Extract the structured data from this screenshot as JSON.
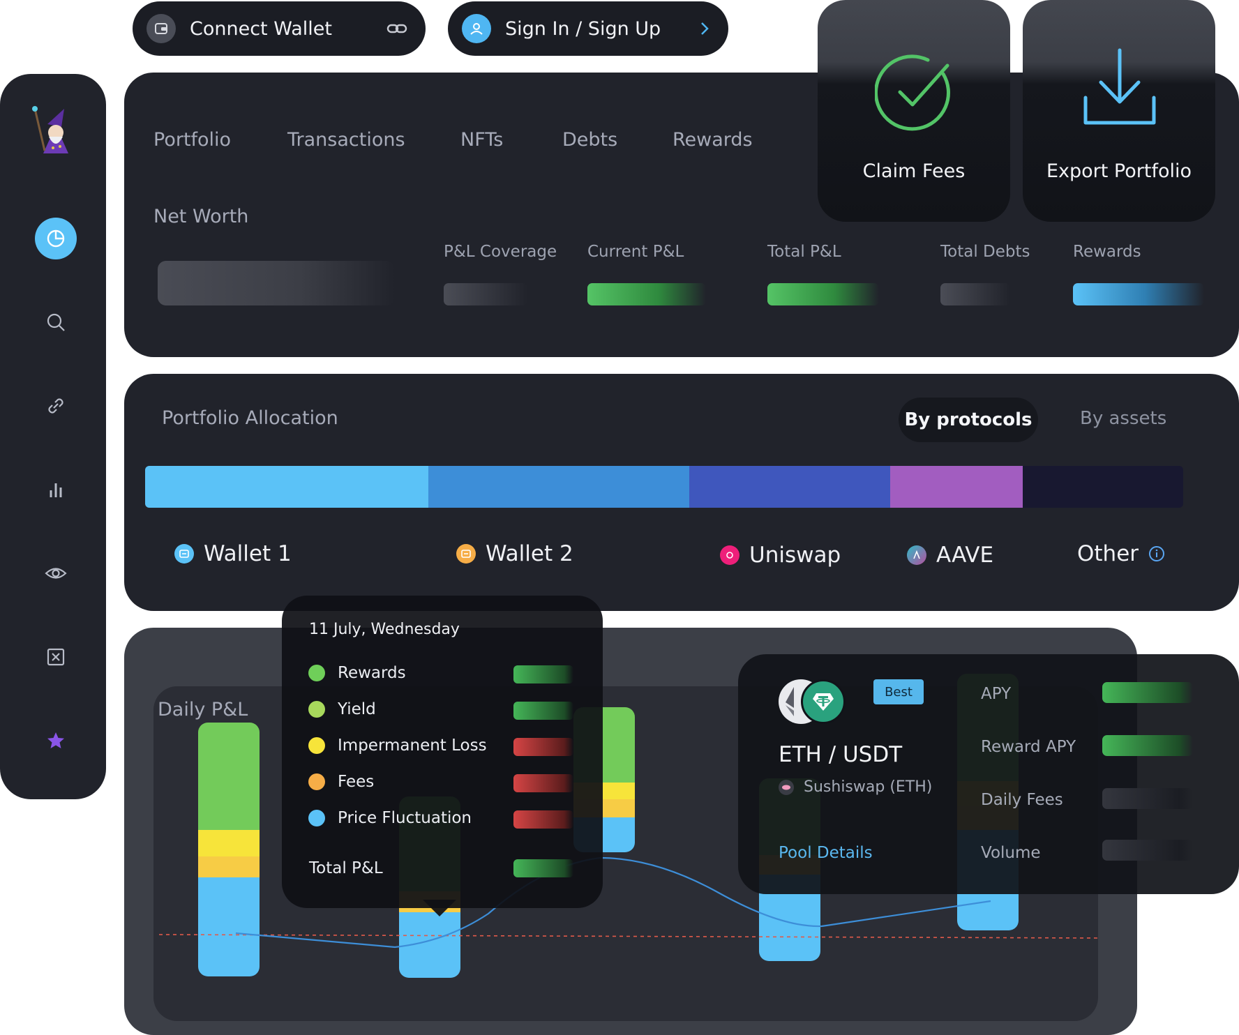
{
  "header": {
    "connect_wallet": "Connect Wallet",
    "sign_in": "Sign In / Sign Up"
  },
  "sidebar": {
    "items": [
      {
        "icon": "wizard-logo"
      },
      {
        "icon": "pie-chart-icon",
        "active": true
      },
      {
        "icon": "search-icon"
      },
      {
        "icon": "link-icon"
      },
      {
        "icon": "bar-chart-icon"
      },
      {
        "icon": "eye-icon"
      },
      {
        "icon": "close-box-icon"
      },
      {
        "icon": "star-icon"
      }
    ]
  },
  "portfolio": {
    "tabs": [
      "Portfolio",
      "Transactions",
      "NFTs",
      "Debts",
      "Rewards"
    ],
    "net_worth_label": "Net Worth",
    "metrics": [
      "P&L Coverage",
      "Current P&L",
      "Total P&L",
      "Total Debts",
      "Rewards"
    ]
  },
  "actions": {
    "claim_fees": "Claim Fees",
    "export_portfolio": "Export Portfolio"
  },
  "allocation": {
    "title": "Portfolio Allocation",
    "toggle_active": "By protocols",
    "toggle_inactive": "By assets",
    "segments": [
      {
        "name": "Wallet 1",
        "color": "#5bc2f7"
      },
      {
        "name": "Wallet 2",
        "color": "#3d8ed8"
      },
      {
        "name": "Uniswap",
        "color": "#3f57bd"
      },
      {
        "name": "AAVE",
        "color": "#a25dc0"
      },
      {
        "name": "Other",
        "color": "#181830"
      }
    ],
    "legend": [
      "Wallet 1",
      "Wallet 2",
      "Uniswap",
      "AAVE",
      "Other"
    ]
  },
  "daily_pnl": {
    "title": "Daily P&L",
    "tooltip": {
      "date": "11 July, Wednesday",
      "rows": [
        {
          "label": "Rewards",
          "color": "#6fcf59"
        },
        {
          "label": "Yield",
          "color": "#a8d95c"
        },
        {
          "label": "Impermanent Loss",
          "color": "#f7e43a"
        },
        {
          "label": "Fees",
          "color": "#f6ad47"
        },
        {
          "label": "Price Fluctuation",
          "color": "#5bc2f7"
        }
      ],
      "total_label": "Total P&L"
    }
  },
  "pool": {
    "badge": "Best",
    "pair": "ETH / USDT",
    "protocol": "Sushiswap (ETH)",
    "details_link": "Pool Details",
    "labels": [
      "APY",
      "Reward APY",
      "Daily Fees",
      "Volume"
    ]
  }
}
